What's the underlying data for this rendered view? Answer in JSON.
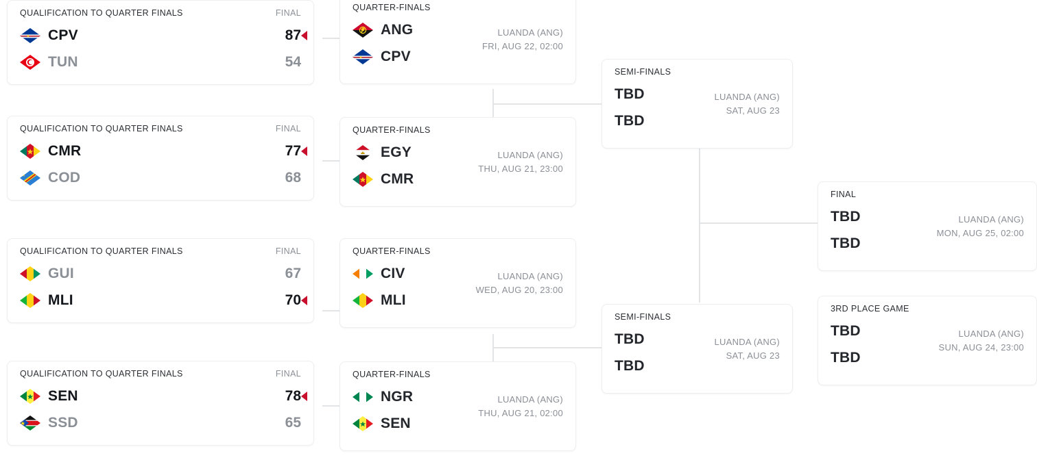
{
  "tournament": {
    "labels": {
      "qualification": "QUALIFICATION TO QUARTER FINALS",
      "final_col": "FINAL",
      "quarter_finals": "QUARTER-FINALS",
      "semi_finals": "SEMI-FINALS",
      "final": "FINAL",
      "third_place": "3RD PLACE GAME"
    },
    "tbd": "TBD",
    "accent_color": "#c8102e",
    "line_color": "#e3e4e6"
  },
  "qualification": [
    {
      "label": "QUALIFICATION TO QUARTER FINALS",
      "sublabel": "FINAL",
      "teams": [
        {
          "abbr": "CPV",
          "score": "87",
          "winner": true,
          "flag": "cpv"
        },
        {
          "abbr": "TUN",
          "score": "54",
          "winner": false,
          "flag": "tun"
        }
      ]
    },
    {
      "label": "QUALIFICATION TO QUARTER FINALS",
      "sublabel": "FINAL",
      "teams": [
        {
          "abbr": "CMR",
          "score": "77",
          "winner": true,
          "flag": "cmr"
        },
        {
          "abbr": "COD",
          "score": "68",
          "winner": false,
          "flag": "cod"
        }
      ]
    },
    {
      "label": "QUALIFICATION TO QUARTER FINALS",
      "sublabel": "FINAL",
      "teams": [
        {
          "abbr": "GUI",
          "score": "67",
          "winner": false,
          "flag": "gui"
        },
        {
          "abbr": "MLI",
          "score": "70",
          "winner": true,
          "flag": "mli"
        }
      ]
    },
    {
      "label": "QUALIFICATION TO QUARTER FINALS",
      "sublabel": "FINAL",
      "teams": [
        {
          "abbr": "SEN",
          "score": "78",
          "winner": true,
          "flag": "sen"
        },
        {
          "abbr": "SSD",
          "score": "65",
          "winner": false,
          "flag": "ssd"
        }
      ]
    }
  ],
  "quarter_finals": [
    {
      "label": "QUARTER-FINALS",
      "venue": "LUANDA (ANG)",
      "datetime": "FRI, AUG 22, 02:00",
      "teams": [
        {
          "abbr": "ANG",
          "flag": "ang"
        },
        {
          "abbr": "CPV",
          "flag": "cpv"
        }
      ]
    },
    {
      "label": "QUARTER-FINALS",
      "venue": "LUANDA (ANG)",
      "datetime": "THU, AUG 21, 23:00",
      "teams": [
        {
          "abbr": "EGY",
          "flag": "egy"
        },
        {
          "abbr": "CMR",
          "flag": "cmr"
        }
      ]
    },
    {
      "label": "QUARTER-FINALS",
      "venue": "LUANDA (ANG)",
      "datetime": "WED, AUG 20, 23:00",
      "teams": [
        {
          "abbr": "CIV",
          "flag": "civ"
        },
        {
          "abbr": "MLI",
          "flag": "mli"
        }
      ]
    },
    {
      "label": "QUARTER-FINALS",
      "venue": "LUANDA (ANG)",
      "datetime": "THU, AUG 21, 02:00",
      "teams": [
        {
          "abbr": "NGR",
          "flag": "ngr"
        },
        {
          "abbr": "SEN",
          "flag": "sen"
        }
      ]
    }
  ],
  "semi_finals": [
    {
      "label": "SEMI-FINALS",
      "venue": "LUANDA (ANG)",
      "datetime": "SAT, AUG 23",
      "teams": [
        {
          "abbr": "TBD"
        },
        {
          "abbr": "TBD"
        }
      ]
    },
    {
      "label": "SEMI-FINALS",
      "venue": "LUANDA (ANG)",
      "datetime": "SAT, AUG 23",
      "teams": [
        {
          "abbr": "TBD"
        },
        {
          "abbr": "TBD"
        }
      ]
    }
  ],
  "final": {
    "label": "FINAL",
    "venue": "LUANDA (ANG)",
    "datetime": "MON, AUG 25, 02:00",
    "teams": [
      {
        "abbr": "TBD"
      },
      {
        "abbr": "TBD"
      }
    ]
  },
  "third_place": {
    "label": "3RD PLACE GAME",
    "venue": "LUANDA (ANG)",
    "datetime": "SUN, AUG 24, 23:00",
    "teams": [
      {
        "abbr": "TBD"
      },
      {
        "abbr": "TBD"
      }
    ]
  }
}
